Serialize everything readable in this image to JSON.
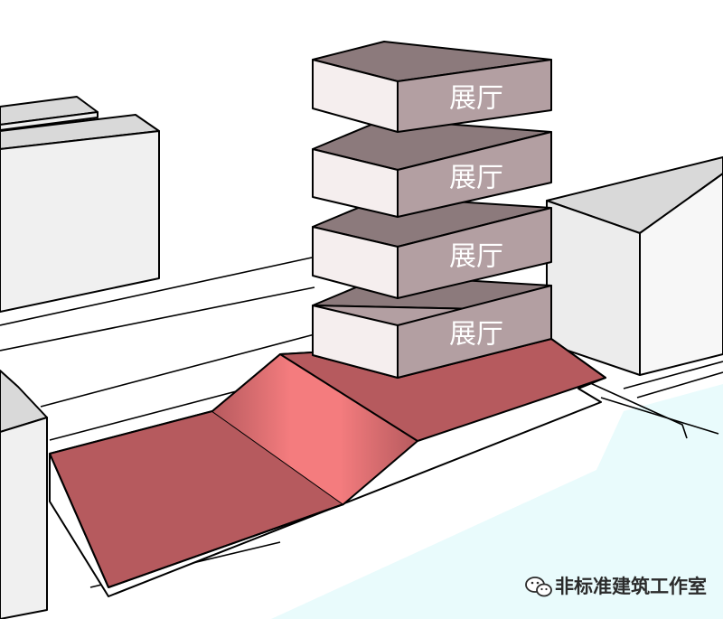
{
  "blocks": [
    {
      "label": "展厅"
    },
    {
      "label": "展厅"
    },
    {
      "label": "展厅"
    },
    {
      "label": "展厅"
    }
  ],
  "watermark": {
    "text": "非标准建筑工作室",
    "icon": "wechat-icon"
  },
  "colors": {
    "block_top": "#8c7a7c",
    "block_front": "#f5eeee",
    "block_side": "#b39fa2",
    "plaza_dark": "#b65a5e",
    "plaza_light": "#f57a7c",
    "water": "#e9fbfc",
    "building_top": "#d9d9d9",
    "building_face": "#f0f0f0"
  }
}
